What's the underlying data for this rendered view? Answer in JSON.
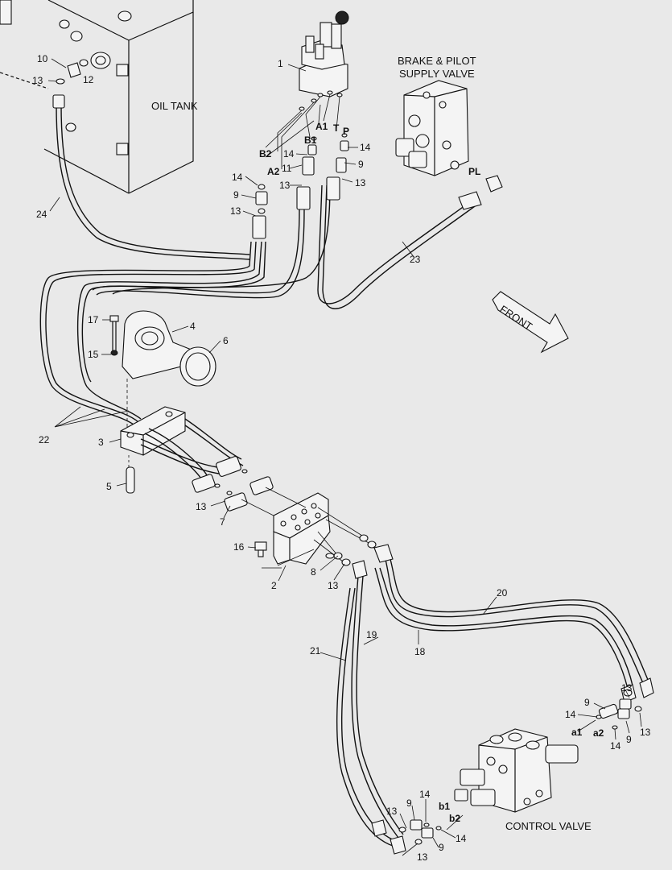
{
  "component_labels": {
    "oil_tank": "OIL TANK",
    "brake_pilot_line1": "BRAKE & PILOT",
    "brake_pilot_line2": "SUPPLY VALVE",
    "control_valve": "CONTROL VALVE",
    "front": "FRONT"
  },
  "ports": {
    "b2": "B2",
    "a2": "A2",
    "b1": "B1",
    "a1": "A1",
    "t": "T",
    "p": "P",
    "pl": "PL",
    "lower_a1": "a1",
    "lower_a2": "a2",
    "lower_b1": "b1",
    "lower_b2": "b2"
  },
  "callouts": {
    "c1": "1",
    "c2": "2",
    "c3": "3",
    "c4": "4",
    "c5": "5",
    "c6": "6",
    "c7": "7",
    "c8": "8",
    "c9": "9",
    "c10": "10",
    "c11": "11",
    "c12": "12",
    "c13": "13",
    "c14": "14",
    "c15": "15",
    "c16": "16",
    "c17": "17",
    "c18": "18",
    "c19": "19",
    "c20": "20",
    "c21": "21",
    "c22": "22",
    "c23": "23",
    "c24": "24"
  },
  "icons": {
    "front_arrow": "front-arrow-icon"
  }
}
